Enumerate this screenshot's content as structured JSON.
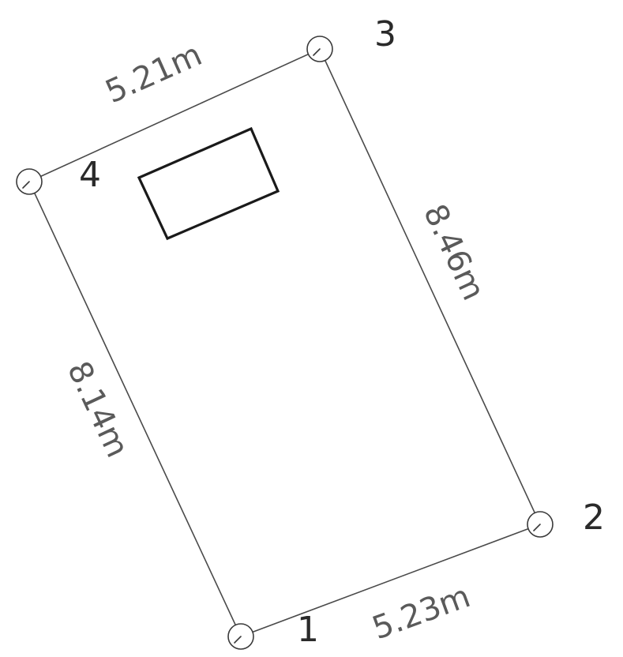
{
  "diagram": {
    "vertices": [
      {
        "id": "1",
        "label": "1"
      },
      {
        "id": "2",
        "label": "2"
      },
      {
        "id": "3",
        "label": "3"
      },
      {
        "id": "4",
        "label": "4"
      }
    ],
    "sides": [
      {
        "from": "1",
        "to": "2",
        "length": "5.23m"
      },
      {
        "from": "2",
        "to": "3",
        "length": "8.46m"
      },
      {
        "from": "3",
        "to": "4",
        "length": "5.21m"
      },
      {
        "from": "4",
        "to": "1",
        "length": "8.14m"
      }
    ],
    "colors": {
      "boundary": "#4a4a4a",
      "building": "#1a1a1a",
      "dimension_text": "#5a5a5a",
      "vertex_text": "#2a2a2a"
    }
  }
}
